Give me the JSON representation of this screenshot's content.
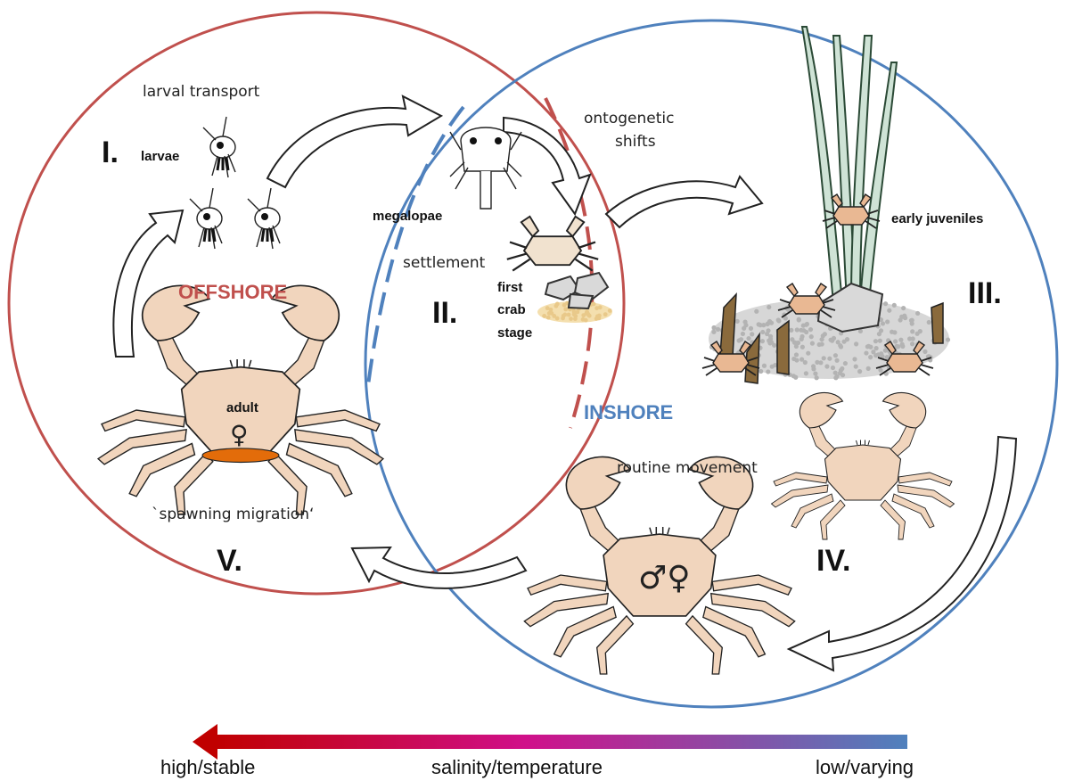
{
  "zones": {
    "offshore": "OFFSHORE",
    "inshore": "INSHORE"
  },
  "stages": {
    "I": "I.",
    "II": "II.",
    "III": "III.",
    "IV": "IV.",
    "V": "V."
  },
  "labels": {
    "larval_transport": "larval transport",
    "ontogenetic_shifts_1": "ontogenetic",
    "ontogenetic_shifts_2": "shifts",
    "larvae": "larvae",
    "megalopae": "megalopae",
    "settlement": "settlement",
    "first": "first",
    "crab": "crab",
    "stage": "stage",
    "early_juveniles": "early juveniles",
    "routine_movement": "routine movement",
    "spawning_migration": "`spawning migration‘",
    "adult": "adult",
    "female_symbol": "♀",
    "male_female_symbol": "♂♀"
  },
  "gradient": {
    "left_label": "high/stable",
    "center_label": "salinity/temperature",
    "right_label": "low/varying"
  },
  "colors": {
    "offshore": "#c0504d",
    "inshore": "#4f81bd",
    "gradient_left": "#c00000",
    "gradient_mid": "#d0108a",
    "gradient_right": "#4f81bd",
    "crab_fill": "#f1d5bd",
    "egg_mass": "#e36c0a"
  }
}
